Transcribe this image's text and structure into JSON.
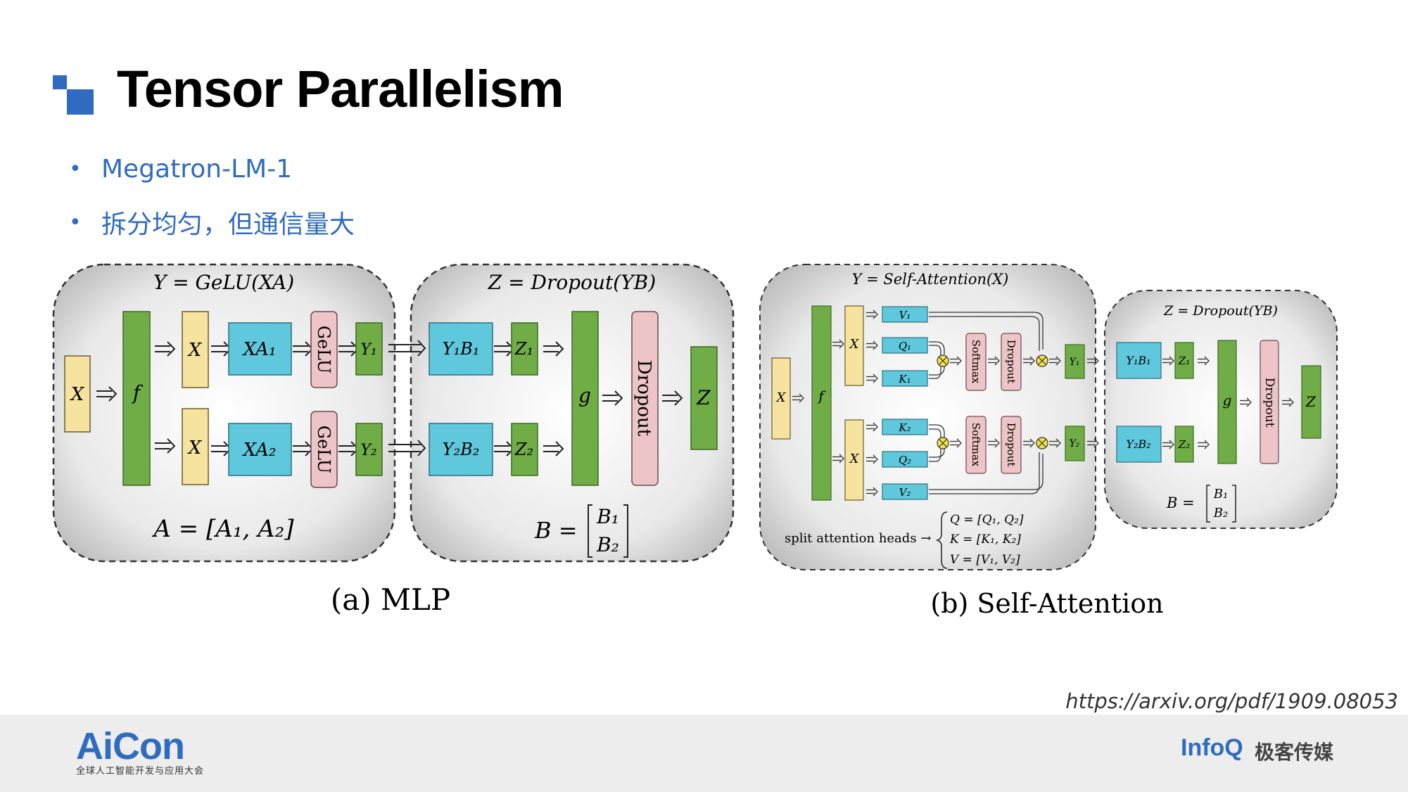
{
  "slide": {
    "title": "Tensor Parallelism",
    "bullets": [
      {
        "text": "Megatron-LM-1"
      },
      {
        "text": "拆分均匀，但通信量大"
      }
    ],
    "source": "https://arxiv.org/pdf/1909.08053"
  },
  "colors": {
    "accent": "#2f6cc0",
    "yellow": "#f7e3a0",
    "green": "#70ad47",
    "cyan": "#5fc8dc",
    "pink": "#edc4c8"
  },
  "mlp": {
    "left_formula": "Y = GeLU(XA)",
    "right_formula": "Z = Dropout(YB)",
    "x": "X",
    "f": "f",
    "g": "g",
    "xa1": "XA₁",
    "xa2": "XA₂",
    "gelu": "GeLU",
    "y1": "Y₁",
    "y2": "Y₂",
    "y1b1": "Y₁B₁",
    "y2b2": "Y₂B₂",
    "z1": "Z₁",
    "z2": "Z₂",
    "dropout": "Dropout",
    "z": "Z",
    "a_eq": "A = [A₁, A₂]",
    "b_eq": "B =",
    "b1": "B₁",
    "b2": "B₂",
    "caption": "(a) MLP"
  },
  "attn": {
    "left_formula": "Y = Self-Attention(X)",
    "right_formula": "Z = Dropout(YB)",
    "x": "X",
    "f": "f",
    "g": "g",
    "v1": "V₁",
    "q1": "Q₁",
    "k1": "K₁",
    "k2": "K₂",
    "q2": "Q₂",
    "v2": "V₂",
    "softmax": "Softmax",
    "dropout": "Dropout",
    "y1": "Y₁",
    "y2": "Y₂",
    "y1b1": "Y₁B₁",
    "y2b2": "Y₂B₂",
    "z1": "Z₁",
    "z2": "Z₂",
    "z": "Z",
    "b_eq": "B =",
    "b1": "B₁",
    "b2": "B₂",
    "split_label": "split attention heads →",
    "q_eq": "Q = [Q₁, Q₂]",
    "k_eq": "K = [K₁, K₂]",
    "v_eq": "V = [V₁, V₂]",
    "caption": "(b) Self-Attention"
  },
  "footer": {
    "aicon": "AiCon",
    "aicon_sub": "全球人工智能开发与应用大会",
    "infoq": "InfoQ",
    "geek": "极客传媒"
  }
}
